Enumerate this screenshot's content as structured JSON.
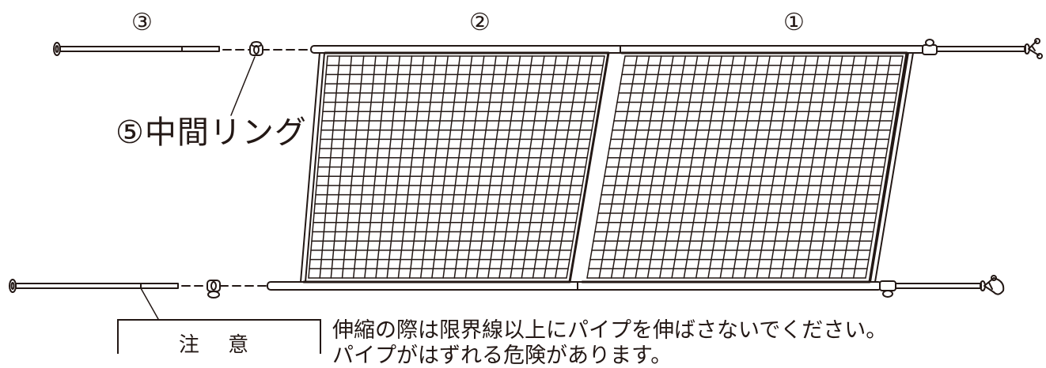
{
  "diagram": {
    "part_numbers": {
      "part1": "①",
      "part2": "②",
      "part3": "③"
    },
    "ring_label": "⑤中間リング",
    "caution": {
      "title": "注 意",
      "line1": "伸縮の際は限界線以上にパイプを伸ばさないでください。",
      "line2": "パイプがはずれる危険があります。"
    },
    "colors": {
      "line": "#231815",
      "background": "#ffffff"
    }
  }
}
